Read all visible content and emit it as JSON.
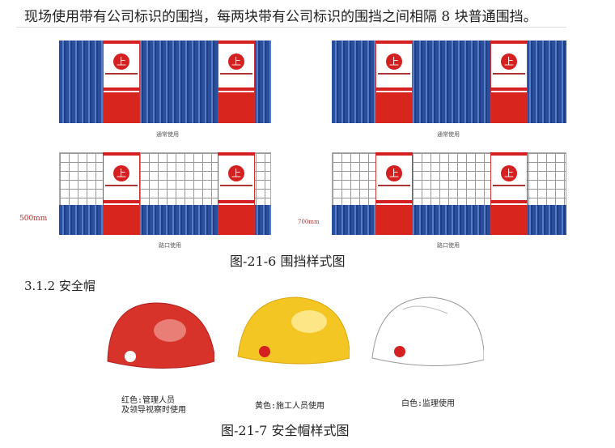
{
  "intro": "现场使用带有公司标识的围挡，每两块带有公司标识的围挡之间相隔 8 块普通围挡。",
  "fence_figure": {
    "panels": [
      {
        "label": "通常使用",
        "type": "full"
      },
      {
        "label": "通常使用",
        "type": "full"
      },
      {
        "label": "路口使用",
        "type": "grid",
        "dimension": "500mm"
      },
      {
        "label": "路口使用",
        "type": "grid",
        "dimension": "700mm"
      }
    ],
    "caption": "图-21-6 围挡样式图"
  },
  "section_heading": "3.1.2 安全帽",
  "helmet_figure": {
    "helmets": [
      {
        "color": "#d8332a",
        "label_line1": "红色:管理人员",
        "label_line2": "及领导视察时使用"
      },
      {
        "color": "#f3c623",
        "label_line1": "黄色:施工人员使用",
        "label_line2": ""
      },
      {
        "color": "#ffffff",
        "label_line1": "白色:监理使用",
        "label_line2": ""
      }
    ],
    "caption": "图-21-7 安全帽样式图"
  },
  "colors": {
    "fence_blue": "#2a4f9e",
    "brand_red": "#d42020"
  }
}
